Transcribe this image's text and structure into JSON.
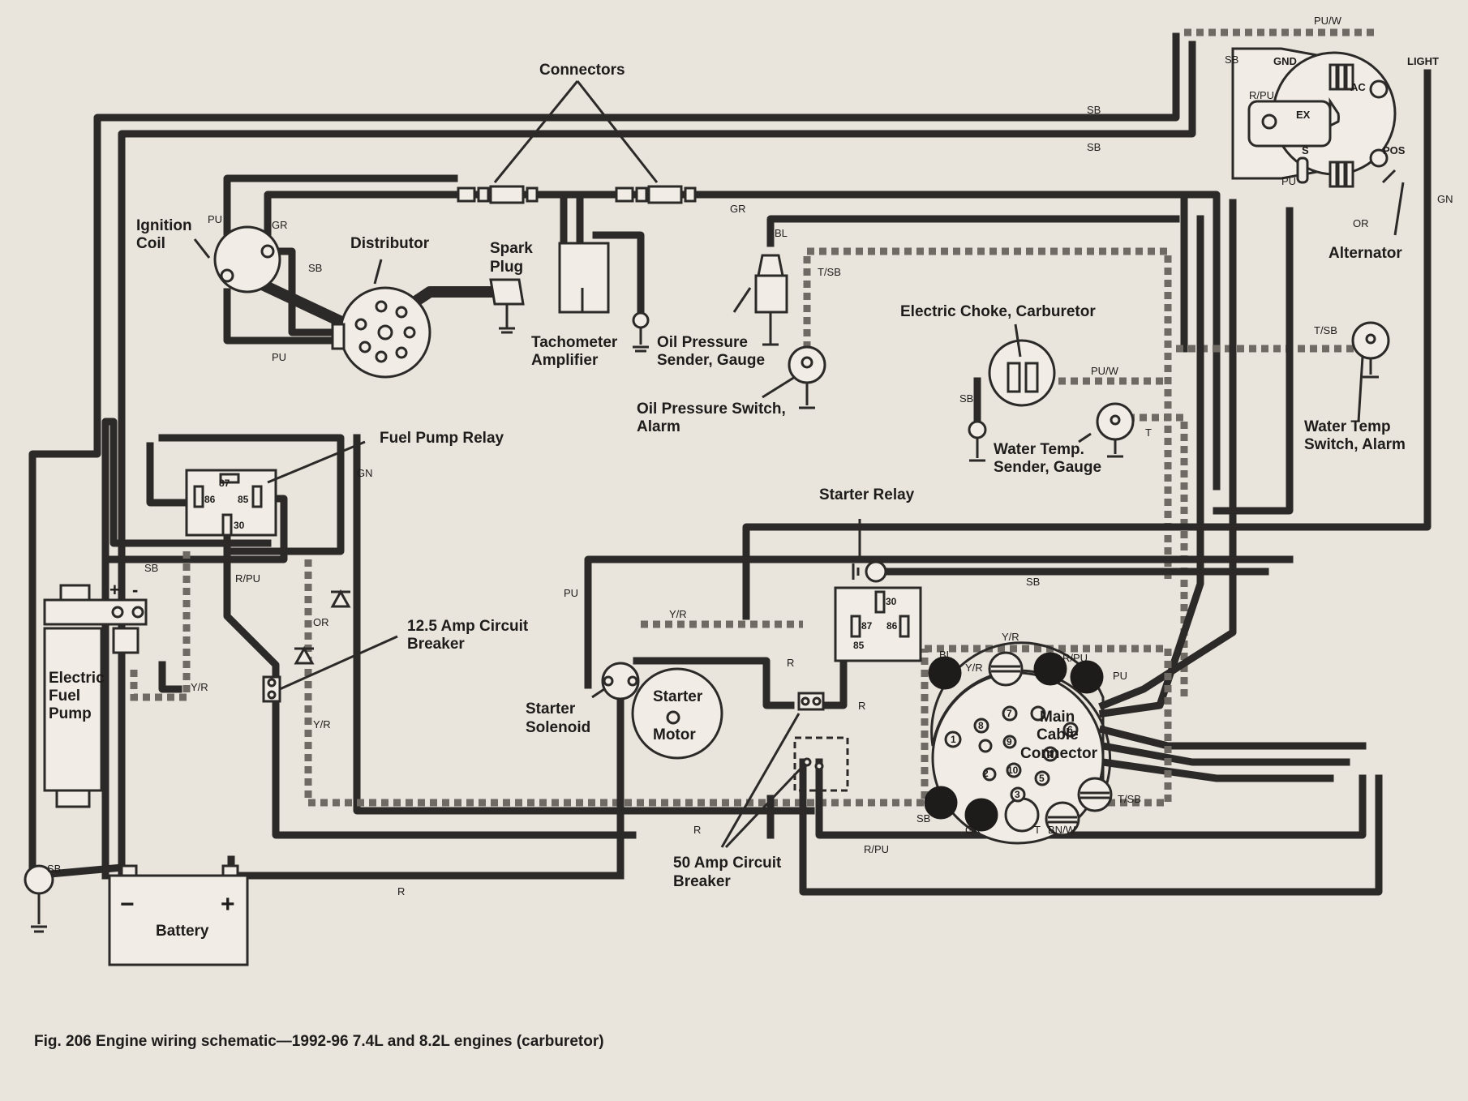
{
  "caption": "Fig. 206  Engine wiring schematic—1992-96 7.4L and 8.2L engines (carburetor)",
  "components": {
    "connectors": "Connectors",
    "ignition_coil_1": "Ignition",
    "ignition_coil_2": "Coil",
    "distributor": "Distributor",
    "spark_plug_1": "Spark",
    "spark_plug_2": "Plug",
    "tach_amp_1": "Tachometer",
    "tach_amp_2": "Amplifier",
    "oil_sender_1": "Oil Pressure",
    "oil_sender_2": "Sender, Gauge",
    "oil_switch_1": "Oil Pressure Switch,",
    "oil_switch_2": "Alarm",
    "choke": "Electric Choke, Carburetor",
    "water_sender_1": "Water Temp.",
    "water_sender_2": "Sender, Gauge",
    "water_switch_1": "Water Temp",
    "water_switch_2": "Switch, Alarm",
    "alternator": "Alternator",
    "fuel_relay": "Fuel Pump Relay",
    "breaker_125_1": "12.5 Amp Circuit",
    "breaker_125_2": "Breaker",
    "fuel_pump_1": "Electric",
    "fuel_pump_2": "Fuel",
    "fuel_pump_3": "Pump",
    "starter_relay": "Starter Relay",
    "solenoid_1": "Starter",
    "solenoid_2": "Solenoid",
    "motor_1": "Starter",
    "motor_2": "Motor",
    "main_cable_1": "Main",
    "main_cable_2": "Cable",
    "main_cable_3": "Connector",
    "breaker_50_1": "50 Amp Circuit",
    "breaker_50_2": "Breaker",
    "battery": "Battery"
  },
  "wire_labels": {
    "pu_w_top": "PU/W",
    "sb_alt": "SB",
    "gnd": "GND",
    "light": "LIGHT",
    "r_pu_alt": "R/PU",
    "ac": "AC",
    "ex": "EX",
    "s": "S",
    "pos": "POS",
    "pu_alt": "PU",
    "sb_1": "SB",
    "sb_2": "SB",
    "gn_right": "GN",
    "or_alt": "OR",
    "gr_top": "GR",
    "pu_coil": "PU",
    "gr_coil": "GR",
    "sb_coil": "SB",
    "pu_bottom_coil": "PU",
    "bl": "BL",
    "t_sb_oil": "T/SB",
    "t_sb_right": "T/SB",
    "pu_w_choke": "PU/W",
    "sb_choke": "SB",
    "t_water": "T",
    "gn_relay": "GN",
    "sb_relay": "SB",
    "r_pu_relay": "R/PU",
    "or_relay": "OR",
    "y_r_pump": "Y/R",
    "y_r_breaker": "Y/R",
    "pu_left": "PU",
    "y_r_starter": "Y/R",
    "r_starter": "R",
    "r_breaker": "R",
    "sb_starter_relay": "SB",
    "y_r_cable": "Y/R",
    "r_bottom": "R",
    "r_battery": "R",
    "r_pu_bottom": "R/PU",
    "sb_ground": "SB",
    "battery_plus": "+",
    "battery_minus": "−",
    "pump_plus": "+",
    "pump_minus": "-",
    "relay_87": "87",
    "relay_86": "86",
    "relay_85": "85",
    "relay_30": "30",
    "sr_30": "30",
    "sr_87": "87",
    "sr_86": "86",
    "sr_85": "85",
    "mc_bl": "BL",
    "mc_y_r": "Y/R",
    "mc_r_pu": "R/PU",
    "mc_pu": "PU",
    "mc_t_sb": "T/SB",
    "mc_sb": "SB",
    "mc_gr": "GR",
    "mc_t": "T",
    "mc_bn_w": "BN/W",
    "pin_1": "1",
    "pin_2": "2",
    "pin_3": "3",
    "pin_4": "4",
    "pin_5": "5",
    "pin_6": "6",
    "pin_7": "7",
    "pin_8": "8",
    "pin_9": "9",
    "pin_10": "10"
  }
}
